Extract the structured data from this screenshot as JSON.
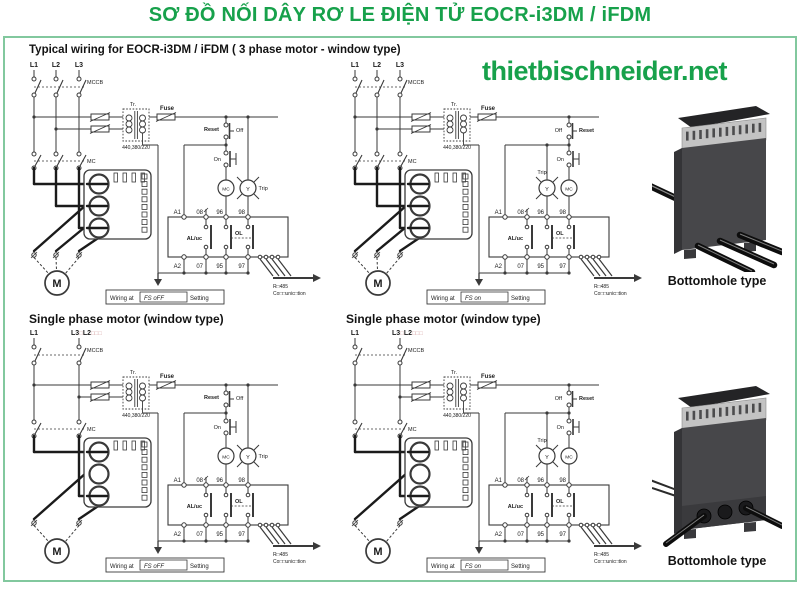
{
  "title": "SƠ ĐỒ NỐI DÂY RƠ LE ĐIỆN TỬ EOCR-i3DM / iFDM",
  "watermark": "thietbischneider.net",
  "sections": {
    "typical": "Typical wiring for EOCR-i3DM / iFDM ( 3 phase motor - window type)",
    "single_left": "Single phase motor (window type)",
    "single_right": "Single phase motor (window type)"
  },
  "labels": {
    "l1": "L1",
    "l2": "L2",
    "l3": "L3",
    "l3l2": "L3□L2□□□",
    "mccb": "MCCB",
    "tr": "Tr.",
    "voltage": "440,380/220",
    "fuse": "Fuse",
    "mc": "MC",
    "reset": "Reset",
    "off": "Off",
    "on": "On",
    "trip": "Trip",
    "mc_coil": "MC",
    "lamp": "Y",
    "motor": "M",
    "contact_al": "AL/uc",
    "contact_ol": "OL",
    "terminals_top": [
      "A1",
      "08",
      "96",
      "98"
    ],
    "terminals_bottom": [
      "A2",
      "07",
      "95",
      "97"
    ],
    "wiring_prefix": "Wiring at",
    "setting_off": "FS oFF",
    "setting_on": "FS on",
    "wiring_suffix": "Setting",
    "rs485_line1": "R□485",
    "rs485_line2": "Co□□unic□tion"
  },
  "diagrams": [
    {
      "id": "three-phase-fs-off",
      "phases": 3,
      "setting": "FS oFF"
    },
    {
      "id": "three-phase-fs-on",
      "phases": 3,
      "setting": "FS on"
    },
    {
      "id": "single-phase-fs-off",
      "phases": 1,
      "setting": "FS oFF"
    },
    {
      "id": "single-phase-fs-on",
      "phases": 1,
      "setting": "FS on"
    }
  ],
  "products": [
    {
      "caption": "Bottomhole type"
    },
    {
      "caption": "Bottomhole type"
    }
  ],
  "colors": {
    "green": "#17a14b",
    "frame_green": "#82c89e",
    "line": "#3a3a3a",
    "wire": "#1b1b1b",
    "tofu": "#d9a7a7"
  }
}
